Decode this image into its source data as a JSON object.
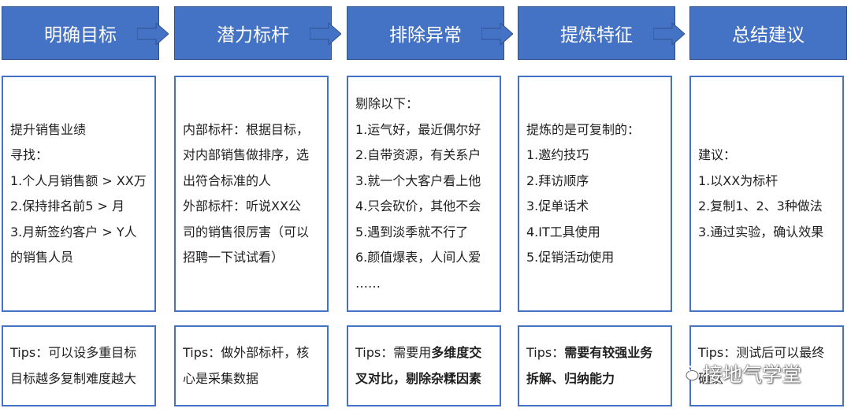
{
  "steps": [
    {
      "title": "明确目标",
      "lines": [
        "提升销售业绩",
        "寻找：",
        "1.个人月销售额 > XX万",
        "2.保持排名前5  > 月",
        "3.月新签约客户 > Y人",
        "的销售人员"
      ],
      "tips": [
        [
          {
            "text": "Tips：可以设多重目标",
            "bold": false
          }
        ],
        [
          {
            "text": "目标越多复制难度越大",
            "bold": false
          }
        ]
      ]
    },
    {
      "title": "潜力标杆",
      "lines": [
        "内部标杆：根据目标，",
        "对内部销售做排序，选",
        "出符合标准的人",
        "外部标杆：听说XX公",
        "司的销售很厉害（可以",
        "招聘一下试试看）"
      ],
      "tips": [
        [
          {
            "text": "Tips：做外部标杆，核",
            "bold": false
          }
        ],
        [
          {
            "text": "心是采集数据",
            "bold": false
          }
        ]
      ]
    },
    {
      "title": "排除异常",
      "lines": [
        "剔除以下：",
        "1.运气好，最近偶尔好",
        "2.自带资源，有关系户",
        "3.就一个大客户看上他",
        "4.只会砍价，其他不会",
        "5.遇到淡季就不行了",
        "6.颜值爆表，人间人爱",
        "……"
      ],
      "tips": [
        [
          {
            "text": "Tips：需要用",
            "bold": false
          },
          {
            "text": "多维度交",
            "bold": true
          }
        ],
        [
          {
            "text": "叉对比，剔除杂糅因素",
            "bold": true
          }
        ]
      ]
    },
    {
      "title": "提炼特征",
      "lines": [
        "提炼的是可复制的：",
        "1.邀约技巧",
        "2.拜访顺序",
        "3.促单话术",
        "4.IT工具使用",
        "5.促销活动使用"
      ],
      "tips": [
        [
          {
            "text": "Tips：",
            "bold": false
          },
          {
            "text": "需要有较强业务",
            "bold": true
          }
        ],
        [
          {
            "text": "拆解、归纳能力",
            "bold": true
          }
        ]
      ]
    },
    {
      "title": "总结建议",
      "lines": [
        "建议：",
        "1.以XX为标杆",
        "2.复制1、2、3种做法",
        "3.通过实验，确认效果"
      ],
      "tips": [
        [
          {
            "text": "Tips：测试后可以最终",
            "bold": false
          }
        ],
        [
          {
            "text": "确认",
            "bold": false
          }
        ]
      ]
    }
  ],
  "watermark": "接地气学堂",
  "colors": {
    "header_fill": "#4472c4",
    "border": "#4472c4",
    "arrow": "#4472c4"
  }
}
